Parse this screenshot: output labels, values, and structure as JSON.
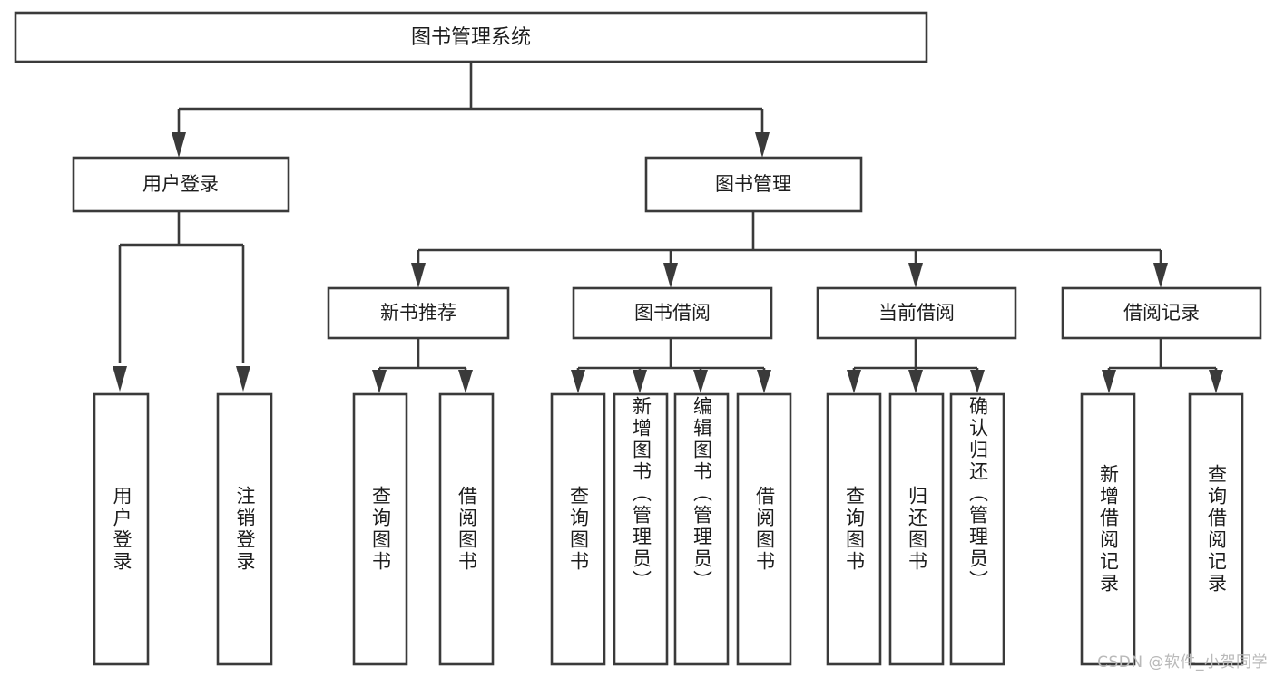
{
  "diagram": {
    "title": "图书管理系统",
    "type": "tree",
    "orientation": "top-down",
    "watermark": "CSDN @软件_小贺同学",
    "colors": {
      "stroke": "#3a3a3a",
      "fill": "#ffffff",
      "text": "#1c1c1c",
      "watermark": "#b9b9b9",
      "background": "#ffffff"
    },
    "levels": {
      "root": {
        "label": "图书管理系统"
      },
      "level1": [
        {
          "label": "用户登录"
        },
        {
          "label": "图书管理"
        }
      ],
      "level2": [
        {
          "label": "新书推荐"
        },
        {
          "label": "图书借阅"
        },
        {
          "label": "当前借阅"
        },
        {
          "label": "借阅记录"
        }
      ],
      "leaves": {
        "user_login": [
          {
            "label": "用户登录"
          },
          {
            "label": "注销登录"
          }
        ],
        "new_book_recommend": [
          {
            "label": "查询图书"
          },
          {
            "label": "借阅图书"
          }
        ],
        "book_borrow": [
          {
            "label": "查询图书"
          },
          {
            "label": "新增图书（管理员）"
          },
          {
            "label": "编辑图书（管理员）"
          },
          {
            "label": "借阅图书"
          }
        ],
        "current_borrow": [
          {
            "label": "查询图书"
          },
          {
            "label": "归还图书"
          },
          {
            "label": "确认归还（管理员）"
          }
        ],
        "borrow_record": [
          {
            "label": "新增借阅记录"
          },
          {
            "label": "查询借阅记录"
          }
        ]
      }
    }
  }
}
